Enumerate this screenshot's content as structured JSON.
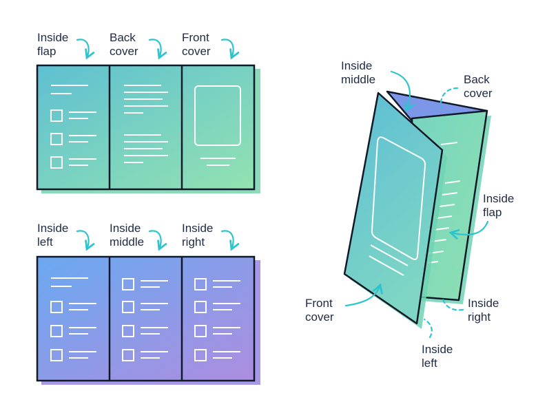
{
  "outside_panels": {
    "labels": [
      {
        "line1": "Inside",
        "line2": "flap"
      },
      {
        "line1": "Back",
        "line2": "cover"
      },
      {
        "line1": "Front",
        "line2": "cover"
      }
    ]
  },
  "inside_panels": {
    "labels": [
      {
        "line1": "Inside",
        "line2": "left"
      },
      {
        "line1": "Inside",
        "line2": "middle"
      },
      {
        "line1": "Inside",
        "line2": "right"
      }
    ]
  },
  "folded_brochure": {
    "labels": {
      "inside_middle": {
        "line1": "Inside",
        "line2": "middle"
      },
      "back_cover": {
        "line1": "Back",
        "line2": "cover"
      },
      "inside_flap": {
        "line1": "Inside",
        "line2": "flap"
      },
      "front_cover": {
        "line1": "Front",
        "line2": "cover"
      },
      "inside_right": {
        "line1": "Inside",
        "line2": "right"
      },
      "inside_left": {
        "line1": "Inside",
        "line2": "left"
      }
    }
  },
  "colors": {
    "outline": "#111827",
    "teal": "#5fc3cf",
    "mint": "#8fe0b0",
    "blue": "#6ea6ef",
    "purple": "#a98de0",
    "arrow": "#2ec4cf"
  }
}
